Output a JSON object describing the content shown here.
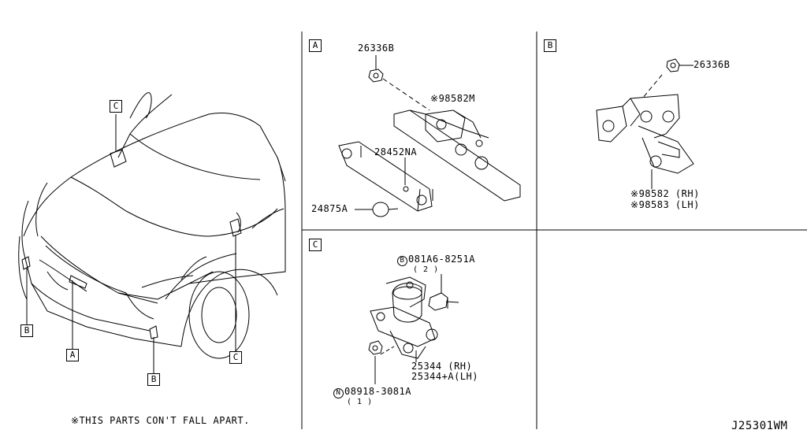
{
  "callouts": {
    "car_C": "C",
    "car_A": "A",
    "car_B_left": "B",
    "car_B_bottom": "B",
    "car_C_bottom": "C",
    "panel_A": "A",
    "panel_B": "B",
    "panel_C": "C"
  },
  "panel_a": {
    "nut": "26336B",
    "actuator": "98582M",
    "bracket": "28452NA",
    "clip": "24875A",
    "actuator_mark": "※"
  },
  "panel_b": {
    "nut": "26336B",
    "rh": "98582 (RH)",
    "lh": "98583 (LH)",
    "mark": "※"
  },
  "panel_c": {
    "bolt_prefix": "B",
    "bolt": "081A6-8251A",
    "bolt_qty": "( 2 )",
    "sensor_rh": "25344  (RH)",
    "sensor_lh": "25344+A(LH)",
    "nut_prefix": "N",
    "nut": "08918-3081A",
    "nut_qty": "( 1 )"
  },
  "footnote": "※THIS PARTS CON'T FALL APART.",
  "diagram_code": "J25301WM"
}
